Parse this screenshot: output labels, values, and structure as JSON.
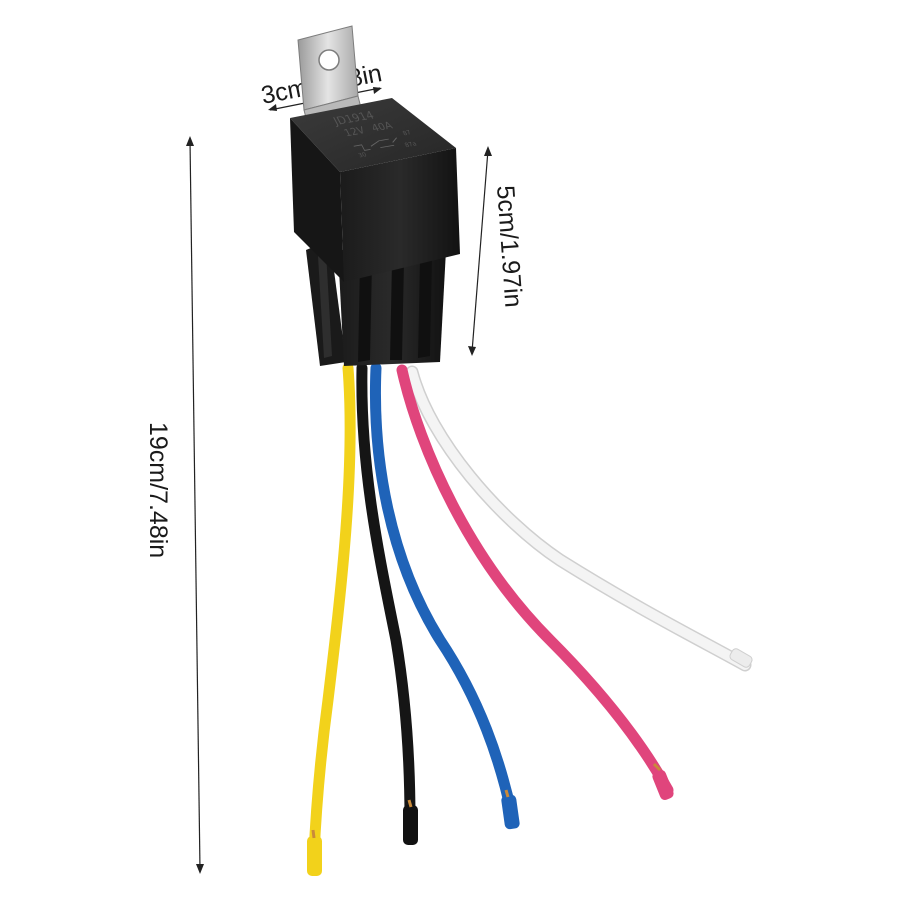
{
  "product": {
    "model_label": "JD1914",
    "rating_voltage": "12V",
    "rating_current": "40A",
    "pin_labels": [
      "87",
      "30",
      "87a"
    ]
  },
  "dimensions": {
    "width_label": "3cm/1.18in",
    "height_label": "5cm/1.97in",
    "total_length_label": "19cm/7.48in"
  },
  "wires": {
    "colors": {
      "yellow": "#f2d21b",
      "black": "#151515",
      "blue": "#1f63b8",
      "pink": "#e0457c",
      "white": "#f2f2f2"
    }
  }
}
